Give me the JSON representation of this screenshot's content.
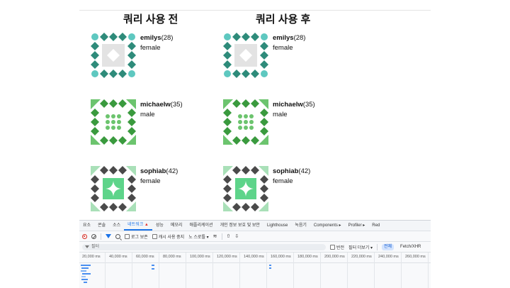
{
  "columns": {
    "before_title": "쿼리 사용 전",
    "after_title": "쿼리 사용 후"
  },
  "users": [
    {
      "username": "emilys",
      "age": "(28)",
      "gender": "female",
      "avatar_color": "#2e8b7a",
      "avatar_accent": "#5ec8c0",
      "avatar_center": "#e3e3e3"
    },
    {
      "username": "michaelw",
      "age": "(35)",
      "gender": "male",
      "avatar_color": "#3a9a3e",
      "avatar_accent": "#6cc46e",
      "avatar_center": "#ffffff"
    },
    {
      "username": "sophiab",
      "age": "(42)",
      "gender": "female",
      "avatar_color": "#4a4a4a",
      "avatar_accent": "#a9e0b8",
      "avatar_center": "#5ed48a"
    }
  ],
  "devtools": {
    "tabs": [
      "요소",
      "콘솔",
      "소스",
      "네트워크",
      "성능",
      "메모리",
      "애플리케이션",
      "개인 정보 보호 및 보안",
      "Lighthouse",
      "녹음기",
      "Components ▸",
      "Profiler ▸",
      "Red"
    ],
    "active_tab_index": 3,
    "toolbar": {
      "preserve_log": "로그 보존",
      "disable_cache": "캐시 사용 중지",
      "throttle": "노 스로틀 ▾"
    },
    "filter": {
      "placeholder": "필터",
      "invert": "반전",
      "more_filters": "필터 더보기 ▾",
      "chip_all": "전체",
      "chip_fetch": "Fetch/XHR"
    },
    "timeline_ticks": [
      "20,000 ms",
      "40,000 ms",
      "60,000 ms",
      "80,000 ms",
      "100,000 ms",
      "120,000 ms",
      "140,000 ms",
      "160,000 ms",
      "180,000 ms",
      "200,000 ms",
      "220,000 ms",
      "240,000 ms",
      "260,000 ms"
    ]
  }
}
